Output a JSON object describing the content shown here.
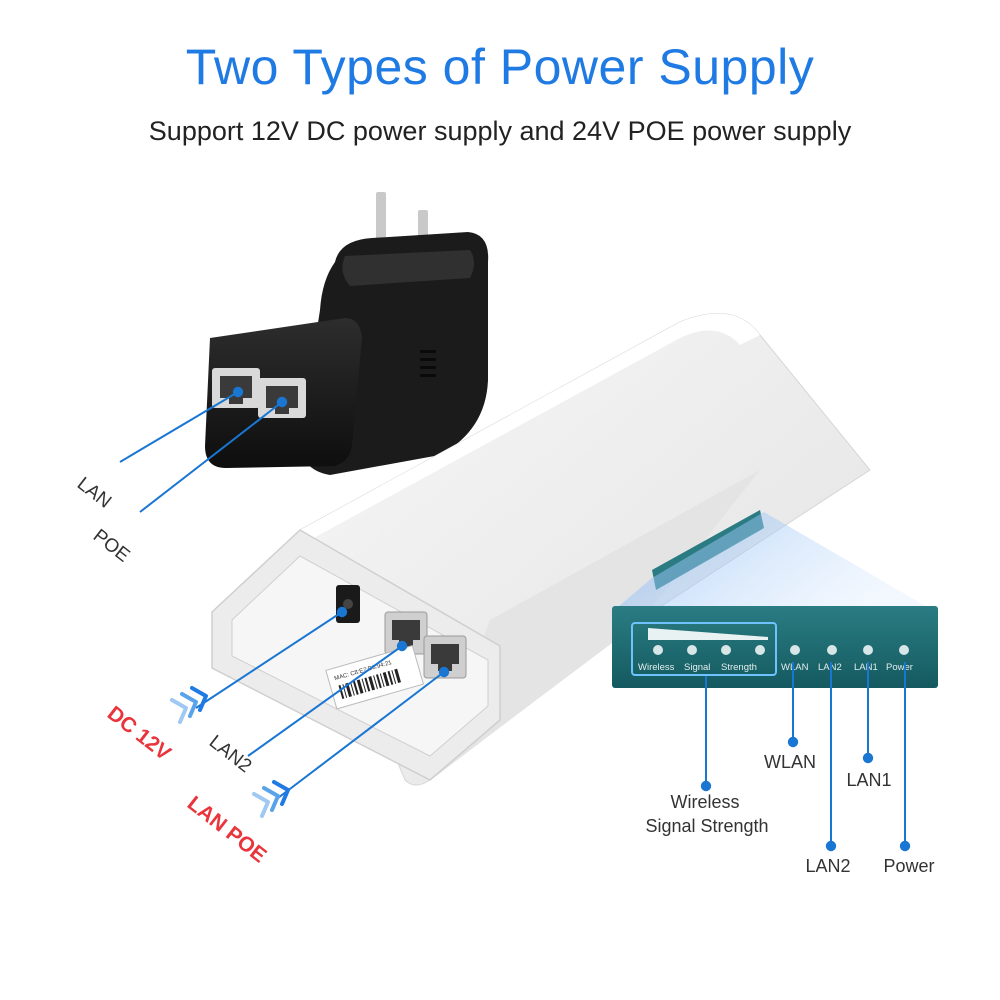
{
  "header": {
    "title": "Two Types of Power Supply",
    "subtitle": "Support 12V DC power supply and 24V POE power supply"
  },
  "adapter": {
    "port_labels": [
      "LAN",
      "POE"
    ]
  },
  "device": {
    "port_labels": {
      "dc": "DC 12V",
      "lan2": "LAN2",
      "lanpoe": "LAN POE"
    },
    "mac_sticker": "MAC: C8:E7:D8:94:21"
  },
  "led_panel": {
    "panel_texts": [
      "Wireless",
      "Signal",
      "Strength",
      "WLAN",
      "LAN2",
      "LAN1",
      "Power"
    ],
    "callouts": {
      "signal_line1": "Wireless",
      "signal_line2": "Signal Strength",
      "wlan": "WLAN",
      "lan1": "LAN1",
      "lan2": "LAN2",
      "power": "Power"
    }
  },
  "colors": {
    "title": "#1f7be3",
    "accent_red": "#e8343a",
    "line_blue": "#1976d2",
    "panel_teal": "#1d6d73"
  }
}
